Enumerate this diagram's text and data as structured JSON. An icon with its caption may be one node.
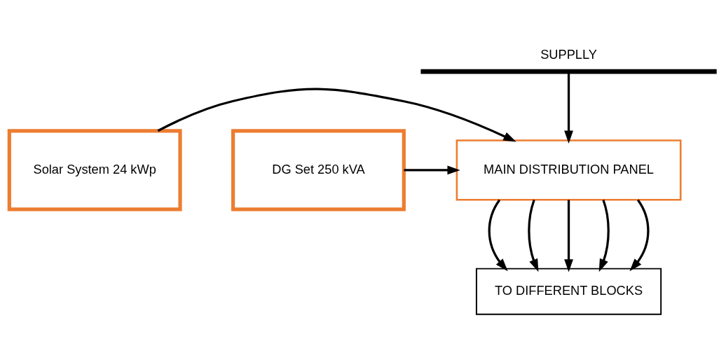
{
  "diagram": {
    "nodes": [
      {
        "text": [
          "SUPPLLY"
        ]
      },
      {
        "text": [
          "Solar System 24 kWp"
        ]
      },
      {
        "text": [
          "MAIN DISTRIBUTION PANEL"
        ]
      },
      {
        "text": [
          "DG Set 250 kVA"
        ]
      },
      {
        "text": [
          "TO DIFFERENT BLOCKS"
        ]
      }
    ],
    "edges": [
      {
        "from": 0,
        "to": 2,
        "arrow": "to"
      },
      {
        "from": 1,
        "to": 2,
        "arrow": "to"
      },
      {
        "from": 3,
        "to": 2,
        "arrow": "to"
      },
      {
        "from": 2,
        "to": 4,
        "arrow": "to"
      },
      {
        "from": 2,
        "to": 4,
        "arrow": "to"
      },
      {
        "from": 2,
        "to": 4,
        "arrow": "to"
      },
      {
        "from": 2,
        "to": 4,
        "arrow": "to"
      },
      {
        "from": 2,
        "to": 4,
        "arrow": "to"
      }
    ]
  }
}
